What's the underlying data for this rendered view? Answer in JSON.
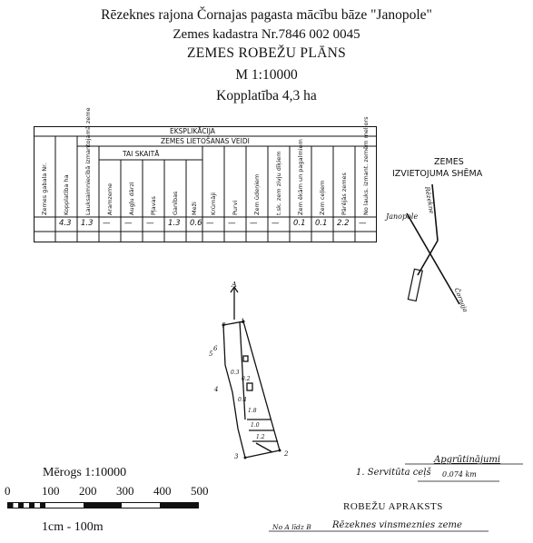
{
  "header": {
    "title": "Rēzeknes rajona Čornajas pagasta mācību bāze \"Janopole\"",
    "cadastre": "Zemes kadastra Nr.7846 002 0045",
    "plan_title": "ZEMES ROBEŽU PLĀNS",
    "scale": "M 1:10000",
    "total_area": "Kopplatība 4,3 ha"
  },
  "explication": {
    "title": "EKSPLIKĀCIJA",
    "land_use_title": "ZEMES LIETOŠANAS VEIDI",
    "subgroup_title": "TAI SKAITĀ",
    "columns": [
      {
        "label": "Zemes gabala Nr.",
        "value": ""
      },
      {
        "label": "Kopplatība ha",
        "value": "4.3"
      },
      {
        "label": "Lauksaimniecībā izmantojamā zeme",
        "value": "1.3"
      },
      {
        "label": "Aramzeme",
        "value": "—"
      },
      {
        "label": "Augļu dārzi",
        "value": "—"
      },
      {
        "label": "Pļavas",
        "value": "—"
      },
      {
        "label": "Ganības",
        "value": "1.3"
      },
      {
        "label": "Meži",
        "value": "0.6"
      },
      {
        "label": "Krūmāji",
        "value": "—"
      },
      {
        "label": "Purvi",
        "value": "—"
      },
      {
        "label": "Zem ūdeņiem",
        "value": "—"
      },
      {
        "label": "t.sk. zem zivju dīķiem",
        "value": "—"
      },
      {
        "label": "Zem ēkām un pagalmiem",
        "value": "0.1"
      },
      {
        "label": "Zem ceļiem",
        "value": "0.1"
      },
      {
        "label": "Pārējās zemes",
        "value": "2.2"
      },
      {
        "label": "No lauks. izmant. zemēm meliors",
        "value": "—"
      }
    ]
  },
  "location_scheme": {
    "title_line1": "ZEMES",
    "title_line2": "IZVIETOJUMA SHĒMA",
    "label_janopole": "Janopole",
    "label_rezekne": "Rēzekne",
    "label_cornaja": "Čornaja"
  },
  "parcel": {
    "north_label": "A",
    "point_labels": [
      "1",
      "2",
      "3",
      "4",
      "5",
      "6",
      "7"
    ],
    "area_labels": [
      "0.3",
      "0.2",
      "0.4",
      "1.8",
      "1.0",
      "1.2"
    ]
  },
  "scale_bar": {
    "title": "Mērogs 1:10000",
    "ticks": [
      "0",
      "100",
      "200",
      "300",
      "400",
      "500"
    ],
    "note": "1cm - 100m"
  },
  "encumbrances": {
    "title": "Apgrūtinājumi",
    "item": "1. Servitūta ceļš",
    "item_value": "0.074 km"
  },
  "boundary": {
    "title": "ROBEŽU APRAKSTS",
    "from_to": "No A līdz B",
    "description": "Rēzeknes vinsmeznies zeme"
  }
}
